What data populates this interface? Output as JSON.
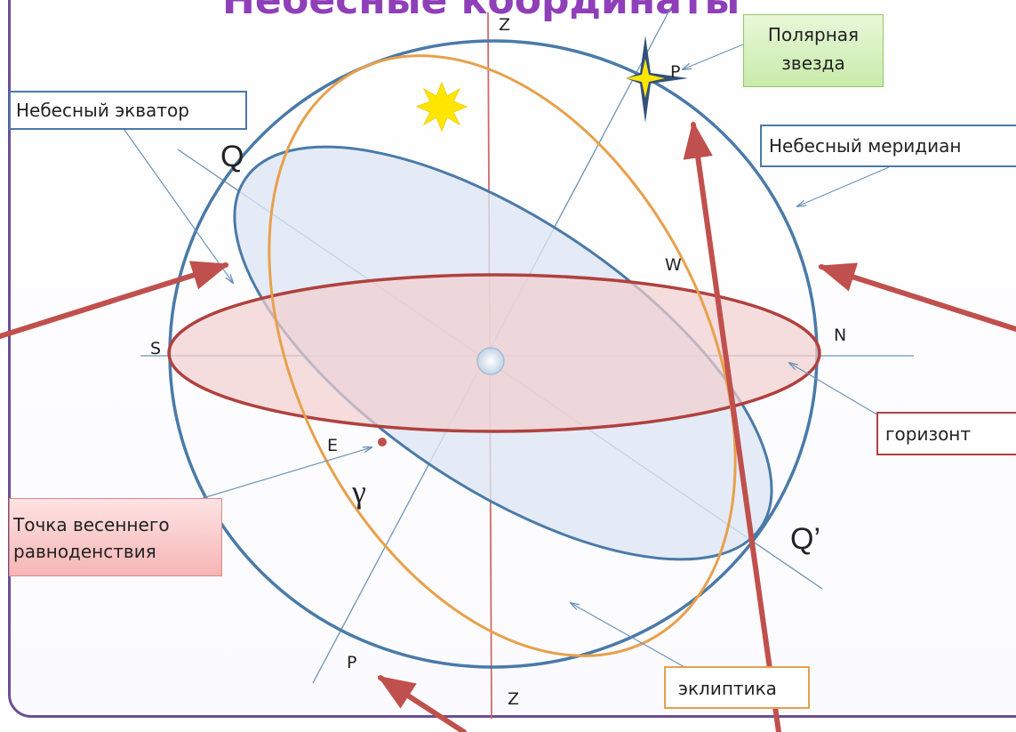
{
  "title": "Небесные координаты",
  "callouts": {
    "equator": "Небесный экватор",
    "meridian": "Небесный меридиан",
    "polar_line1": "Полярная",
    "polar_line2": "звезда",
    "horizon": "горизонт",
    "equinox_line1": "Точка весеннего",
    "equinox_line2": "равноденствия",
    "ecliptic": "эклиптика"
  },
  "labels": {
    "z_top": "Z",
    "z_bottom": "Z",
    "p_top": "P",
    "p_bottom": "P",
    "q_top": "Q",
    "q_bottom": "Q’",
    "w": "W",
    "e": "E",
    "s": "S",
    "n": "N",
    "gamma": "γ"
  },
  "colors": {
    "title": "#8f3fb8",
    "sphere": "#4a7aa8",
    "horizon_fill": "#f2cfcf",
    "horizon_stroke": "#b0413e",
    "equator_fill": "#dde6f3",
    "ecliptic": "#e8a04c",
    "meridian_axis": "#d06a6a",
    "big_arrows": "#c0504d",
    "sun": "#ffe600",
    "star": "#34507a"
  },
  "icons": [
    "sun-icon",
    "polaris-star-icon"
  ]
}
